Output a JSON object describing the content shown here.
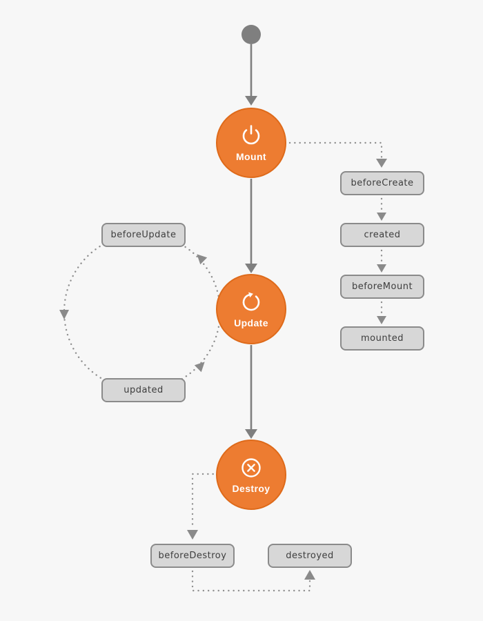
{
  "stages": {
    "mount": {
      "label": "Mount",
      "icon": "power-icon"
    },
    "update": {
      "label": "Update",
      "icon": "refresh-icon"
    },
    "destroy": {
      "label": "Destroy",
      "icon": "close-circle-icon"
    }
  },
  "hooks": {
    "mount_phase": [
      "beforeCreate",
      "created",
      "beforeMount",
      "mounted"
    ],
    "update_phase": [
      "beforeUpdate",
      "updated"
    ],
    "destroy_phase": [
      "beforeDestroy",
      "destroyed"
    ]
  },
  "colors": {
    "stage_fill": "#ed7c31",
    "stage_border": "#de6a1a",
    "hook_fill": "#d7d7d7",
    "hook_border": "#8a8a8a",
    "connector_gray": "#7f7f7f",
    "dot_gray": "#8f8f8f",
    "background": "#f7f7f7",
    "label_white": "#ffffff",
    "hook_text": "#3d3d3d"
  }
}
